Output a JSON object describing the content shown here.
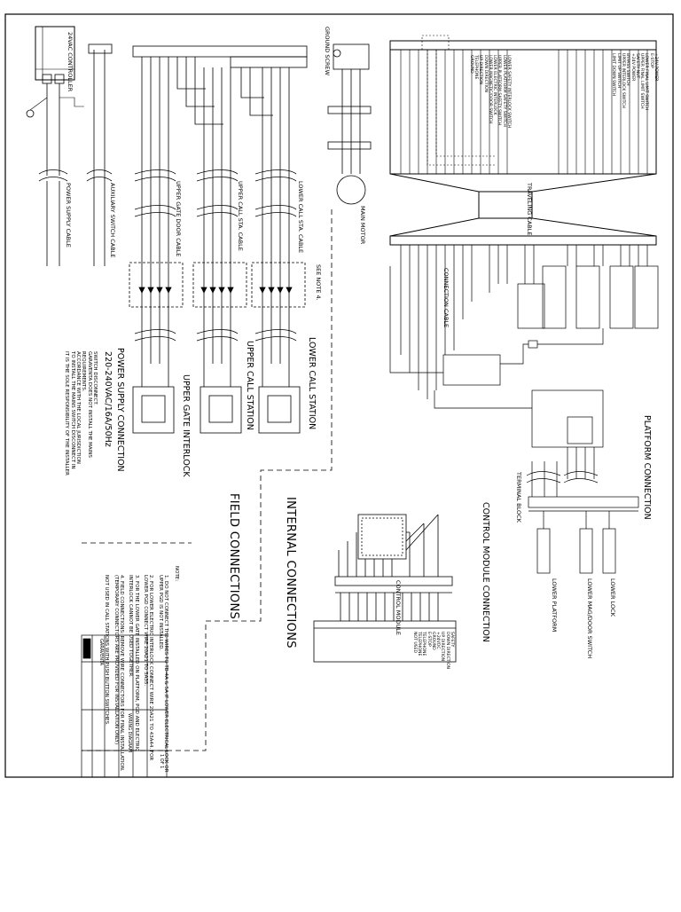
{
  "wiring_diagram": {
    "section_labels": {
      "field_connections": "FIELD CONNECTIONS",
      "internal_connections": "INTERNAL CONNECTIONS",
      "control_module_connection": "CONTROL MODULE CONNECTION",
      "platform_connection": "PLATFORM CONNECTION",
      "lower_call_station": "LOWER CALL STATION",
      "upper_call_station": "UPPER CALL STATION",
      "upper_gate_interlock": "UPPER GATE INTERLOCK",
      "power_supply_connection": "POWER SUPPLY CONNECTION",
      "power_spec": "220-240VAC/16A/50Hz",
      "see_note": "SEE NOTE 4.",
      "ac_controller": "24VAC CONTROLLER",
      "main_motor": "MAIN MOTOR",
      "ground_screw": "GROUND SCREW",
      "traveling_cable": "TRAVELING CABLE",
      "control_module": "CONTROL MODULE",
      "connection_cable": "CONNECTION CABLE",
      "lower_platform": "LOWER PLATFORM",
      "lower_mag_door_switch": "LOWER MAG/DOOR SWITCH",
      "lower_lock": "LOWER LOCK",
      "terminal_block": "TERMINAL BLOCK",
      "power_supply_cable": "POWER SUPPLY CABLE",
      "auxiliary_switch_cable": "AUXILIARY SWITCH CABLE",
      "lower_call_sta_cable": "LOWER CALL STA. CABLE",
      "upper_call_sta_cable": "UPPER CALL STA. CABLE",
      "upper_gate_door_cable": "UPPER GATE DOOR CABLE"
    },
    "installer_statement": [
      "IT IS THE SOLE RESPONSIBILITY OF THE INSTALLER",
      "TO INSTALL THE MAINS SWITCH DISCONNECT IN",
      "ACCORDANCE WITH THE LOCAL JURISDICTION",
      "REQUIREMENTS.",
      "GARAVENTA DOES NOT INSTALL THE MAINS",
      "SWITCH DISCONNECT."
    ],
    "notes": {
      "heading": "NOTE:",
      "items": [
        "1. DO NOT CONNECT THE WIRES TO TB-4A & 5A IF LOWER ELECTRICAL LOCK OR UPPER PGD IS NOT INSTALLED.",
        "2. FOR LOWER ELECTRIC INTERLOCK CONNECT WIRE 20A21 TO 43A44. FOR LOWER PGD CONNECT WIRE 20A21 TO 5A35.",
        "3. FOR THE LOWER GATE INSTALLED ON PLATFORM, PGD AND ELECTRIC INTERLOCK CANNOT BE USED TOGETHER.",
        "4. FIELD CONNECTIONS: REMOVE WIRE CONNECTORS FOR FINAL INSTALLATION. (TEMPORARY CONNECTORS ARE PROVIDED FOR INSTALLATION ONLY)",
        "NOT USED IN CALL STATIONS WITH PUSH BUTTON SWITCHES."
      ]
    },
    "terminal_list_top": [
      "+24V POWER",
      "E-STOP",
      "LOWER FINAL LIMIT SWITCH",
      "UPPER FINAL LIMIT SWITCH",
      "SAFETY NUT",
      "+24V POWER",
      "BYPASS SWITCH",
      "UPPER INTERLOCK SWITCH",
      "LIMIT UP SWITCH",
      "LIMIT DOWN SWITCH"
    ],
    "terminal_list_mid": [
      "GROUND",
      "TELEPHONE",
      "UP DIRECTION",
      "DOWN DIRECTION",
      "LOWER MAGNETIC/DOOR SWITCH",
      "LOWER ELECTRIC INTERLOCK",
      "UPPER PLATFORM SAFETY SWITCH",
      "LOWER PLATFORM SAFETY SWITCH",
      "LOWER SAFETY INTERLOCK SWITCH"
    ],
    "control_module_terminals": [
      "SAFETY",
      "DOWN DIRECTION",
      "UP DIRECTION",
      "+24VDC",
      "GROUND",
      "E-STOP",
      "TELEPHONE",
      "TELEPHONE",
      "NOT USED"
    ],
    "title_block": {
      "company": "GARAVENTA",
      "drawing_title": "WIRING DIAGRAM",
      "sheet": "1 OF 1"
    }
  }
}
